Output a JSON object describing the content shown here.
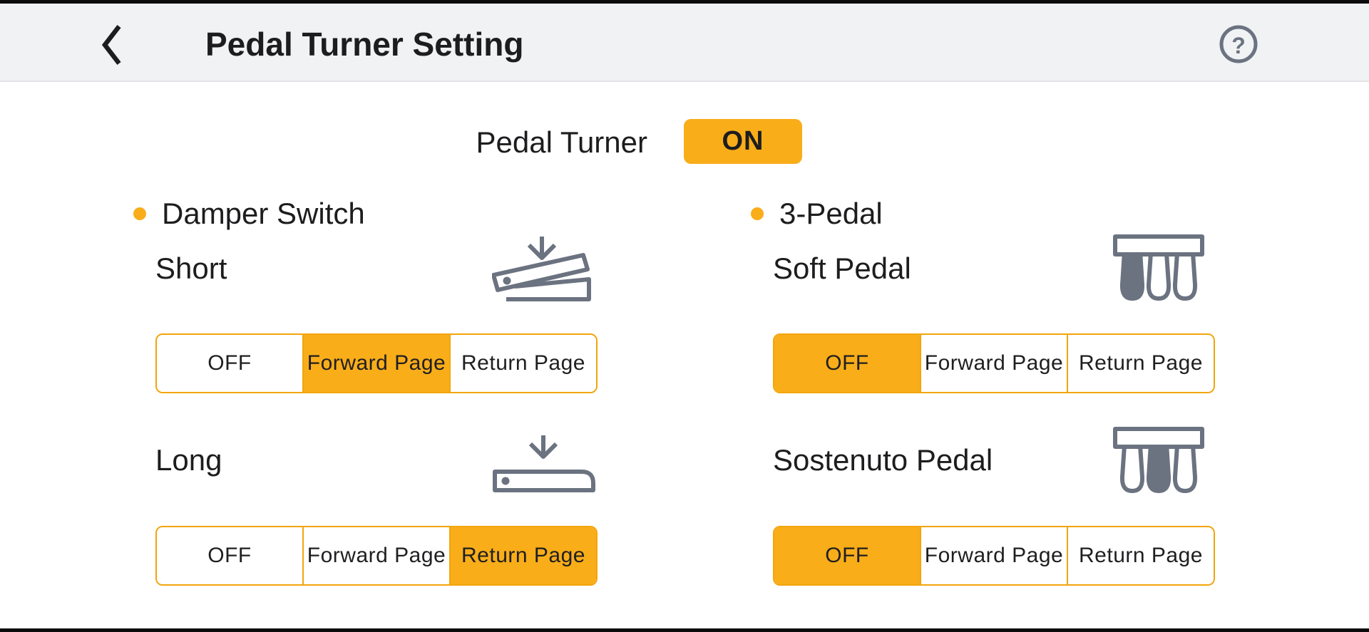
{
  "colors": {
    "accent": "#F9AD19",
    "accent_border": "#F2A50C",
    "icon_gray": "#6B7280",
    "header_bg": "#F1F2F4",
    "text": "#1D1D1F"
  },
  "header": {
    "title": "Pedal Turner Setting",
    "back_icon": "chevron-left-icon",
    "help_icon": "help-circle-icon",
    "help_glyph": "?"
  },
  "pedal_turner": {
    "label": "Pedal Turner",
    "value": "ON"
  },
  "sections": [
    {
      "label": "Damper Switch",
      "rows": [
        {
          "label": "Short",
          "icon": "pedal-switch-short-icon",
          "options": [
            "OFF",
            "Forward Page",
            "Return Page"
          ],
          "selected_index": 1,
          "selected": "Forward Page"
        },
        {
          "label": "Long",
          "icon": "pedal-switch-long-icon",
          "options": [
            "OFF",
            "Forward Page",
            "Return Page"
          ],
          "selected_index": 2,
          "selected": "Return Page"
        }
      ]
    },
    {
      "label": "3-Pedal",
      "rows": [
        {
          "label": "Soft Pedal",
          "icon": "three-pedal-soft-icon",
          "options": [
            "OFF",
            "Forward Page",
            "Return Page"
          ],
          "selected_index": 0,
          "selected": "OFF"
        },
        {
          "label": "Sostenuto Pedal",
          "icon": "three-pedal-sostenuto-icon",
          "options": [
            "OFF",
            "Forward Page",
            "Return Page"
          ],
          "selected_index": 0,
          "selected": "OFF"
        }
      ]
    }
  ]
}
